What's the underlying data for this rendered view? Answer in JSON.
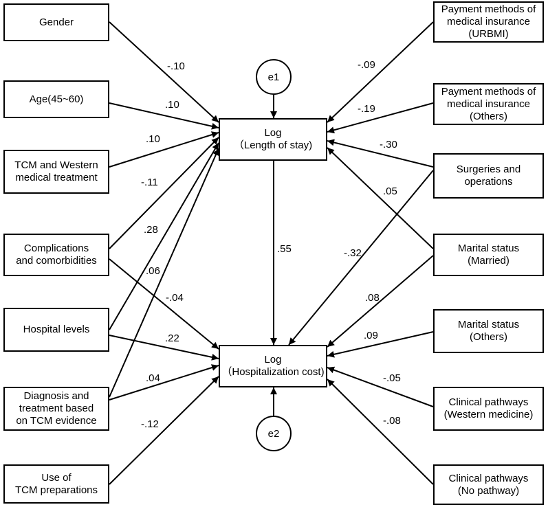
{
  "title": "",
  "left": {
    "gender": "Gender",
    "age": "Age(45~60)",
    "tcm_western": "TCM and Western\nmedical treatment",
    "complications": "Complications\nand comorbidities",
    "hospital_levels": "Hospital levels",
    "diagnosis_tcm": "Diagnosis and\ntreatment based\non TCM evidence",
    "tcm_preparations": "Use of\nTCM preparations"
  },
  "right": {
    "payment_urbmi": "Payment methods of\nmedical insurance\n(URBMI)",
    "payment_others": "Payment methods of\nmedical insurance\n(Others)",
    "surgeries": "Surgeries and\noperations",
    "marital_married": "Marital status\n(Married)",
    "marital_others": "Marital status\n(Others)",
    "pathway_western": "Clinical pathways\n(Western medicine)",
    "pathway_none": "Clinical pathways\n(No pathway)"
  },
  "center": {
    "log_los": "Log\n（Length of stay)",
    "log_cost": "Log\n（Hospitalization cost)",
    "e1": "e1",
    "e2": "e2"
  },
  "coefficients": {
    "gender_los": "-.10",
    "age_los": ".10",
    "tcm_western_los": ".10",
    "complications_los": "-.11",
    "hospital_los": ".28",
    "diagnosis_los": ".06",
    "complications_cost": "-.04",
    "hospital_cost": ".22",
    "diagnosis_cost": ".04",
    "preparations_cost": "-.12",
    "urbmi_los": "-.09",
    "payment_others_los": "-.19",
    "surgeries_los": "-.30",
    "married_los": ".05",
    "surgeries_cost": "-.32",
    "married_cost": ".08",
    "marital_others_cost": ".09",
    "pathway_western_cost": "-.05",
    "pathway_none_cost": "-.08",
    "los_cost": ".55"
  }
}
